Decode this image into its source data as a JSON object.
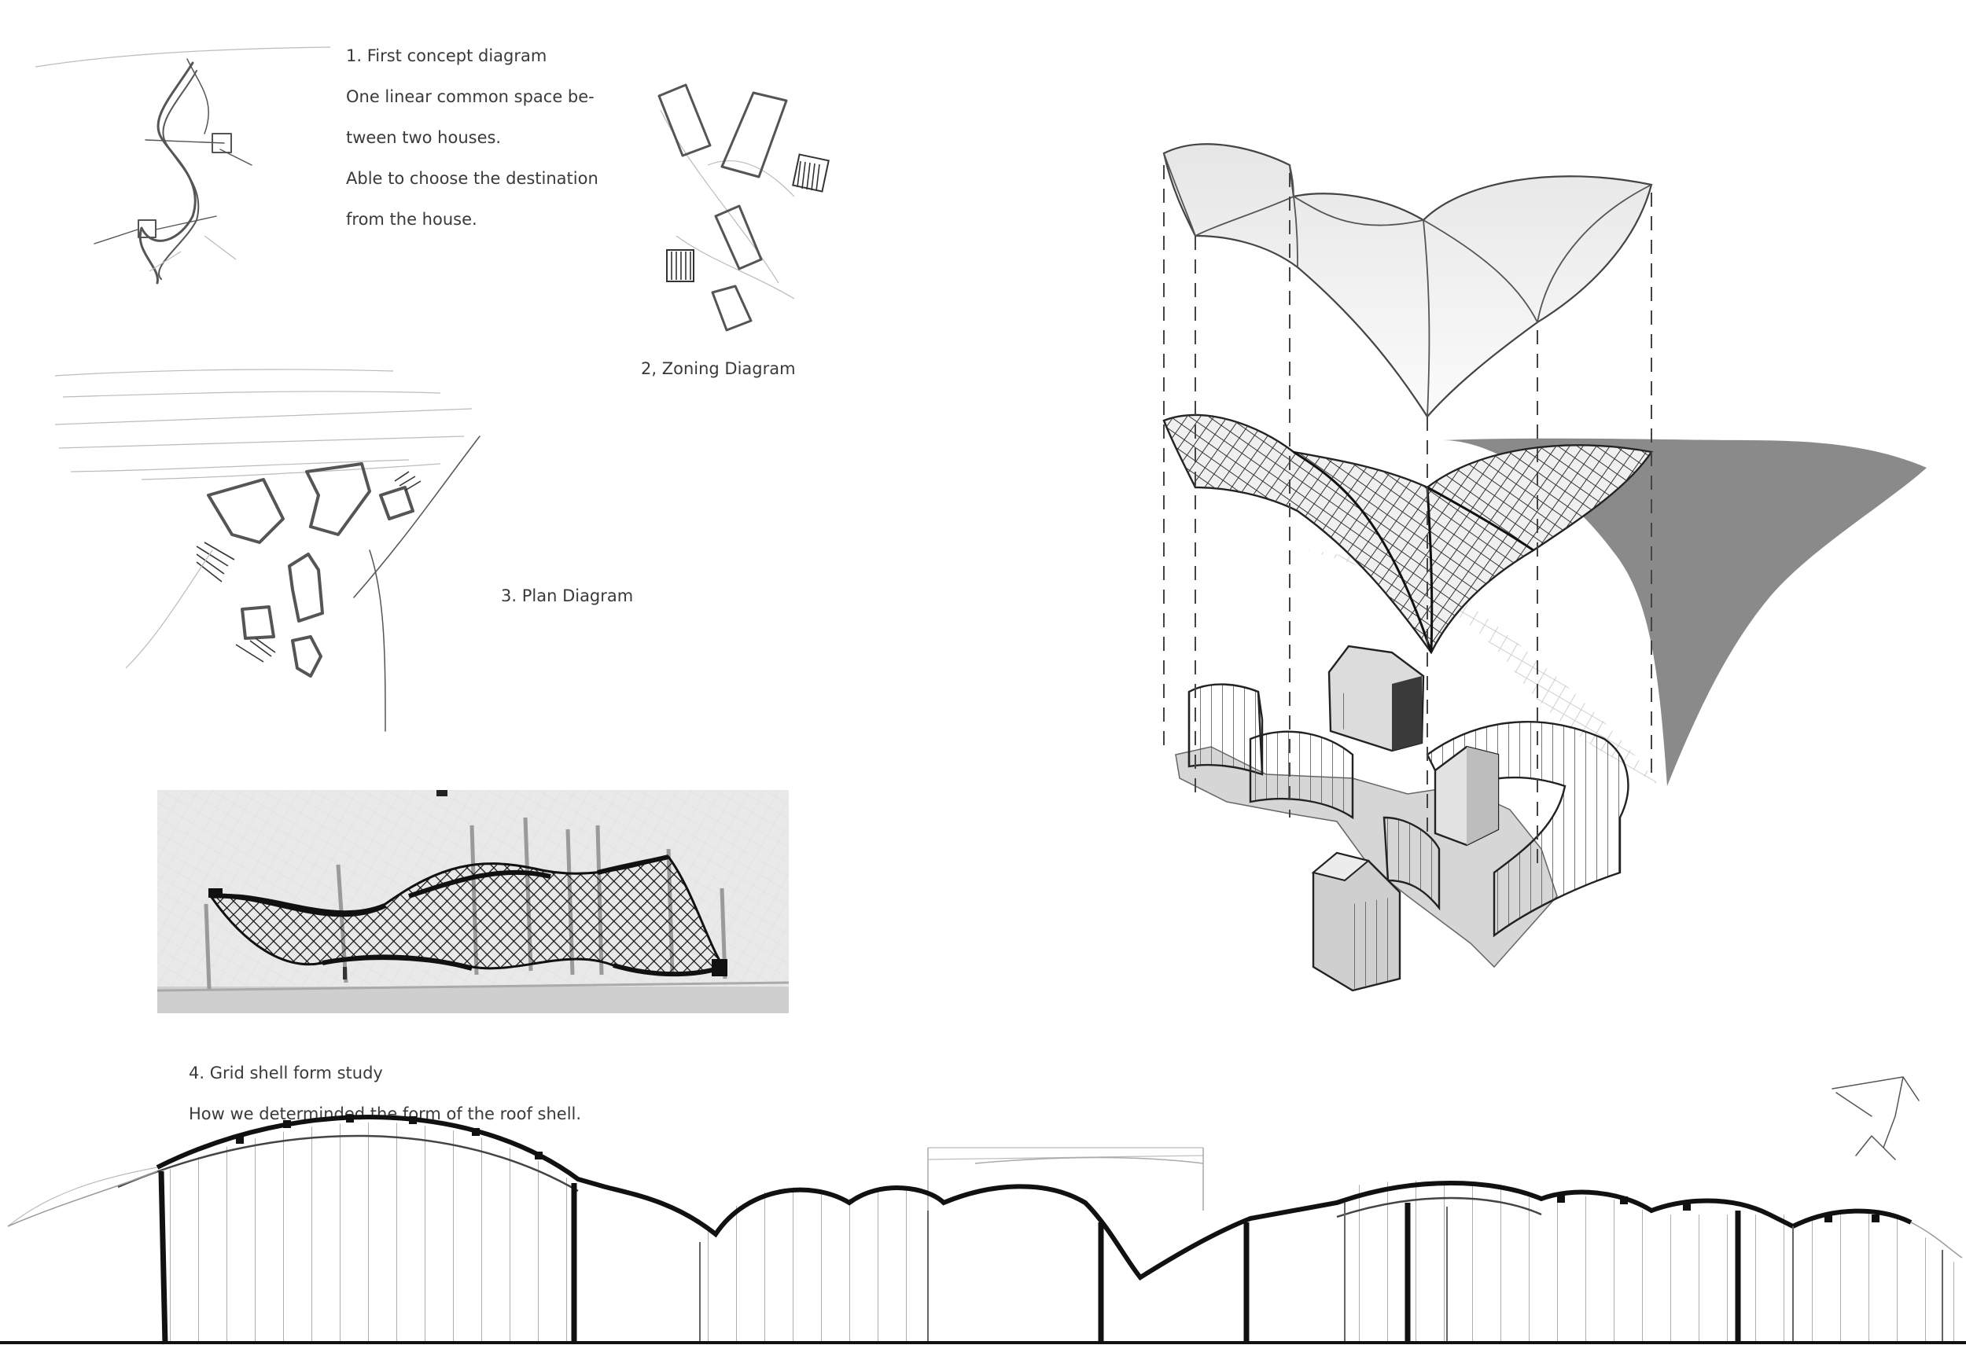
{
  "captions": {
    "concept": {
      "lines": [
        "1. First concept diagram",
        "One linear common space be-",
        "tween two houses.",
        "Able to choose the destination",
        "from the house."
      ]
    },
    "zoning": {
      "title": "2, Zoning Diagram"
    },
    "plan": {
      "title": "3. Plan Diagram"
    },
    "gridshell": {
      "lines": [
        "4. Grid shell form study",
        "How we determinded the form of the roof shell."
      ]
    }
  },
  "colors": {
    "ink": "#333333",
    "sketch": "#555555",
    "shell_fill": "#f2f2f2",
    "shadow": "#8a8a8a",
    "photo_bg": "#d8d8d8"
  }
}
